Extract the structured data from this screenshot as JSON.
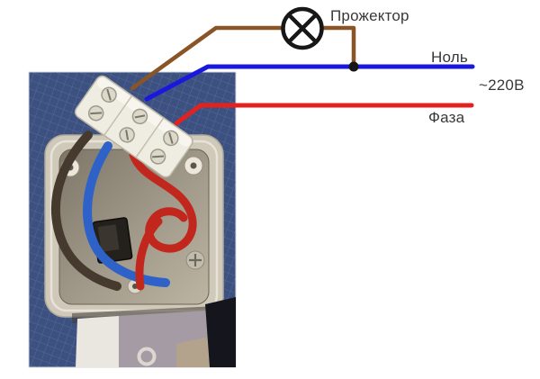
{
  "diagram": {
    "lamp_label": "Прожектор",
    "neutral_label": "Ноль",
    "voltage_label": "~220В",
    "phase_label": "Фаза"
  },
  "colors": {
    "schematic": {
      "lamp_wire": "#8a5526",
      "neutral_wire": "#1a18dd",
      "phase_wire": "#e32220",
      "symbol": "#171717"
    },
    "photo": {
      "background": "#3d5180",
      "wire_brown": "#463a2e",
      "wire_blue": "#2e62c8",
      "wire_red": "#c2271e"
    }
  }
}
